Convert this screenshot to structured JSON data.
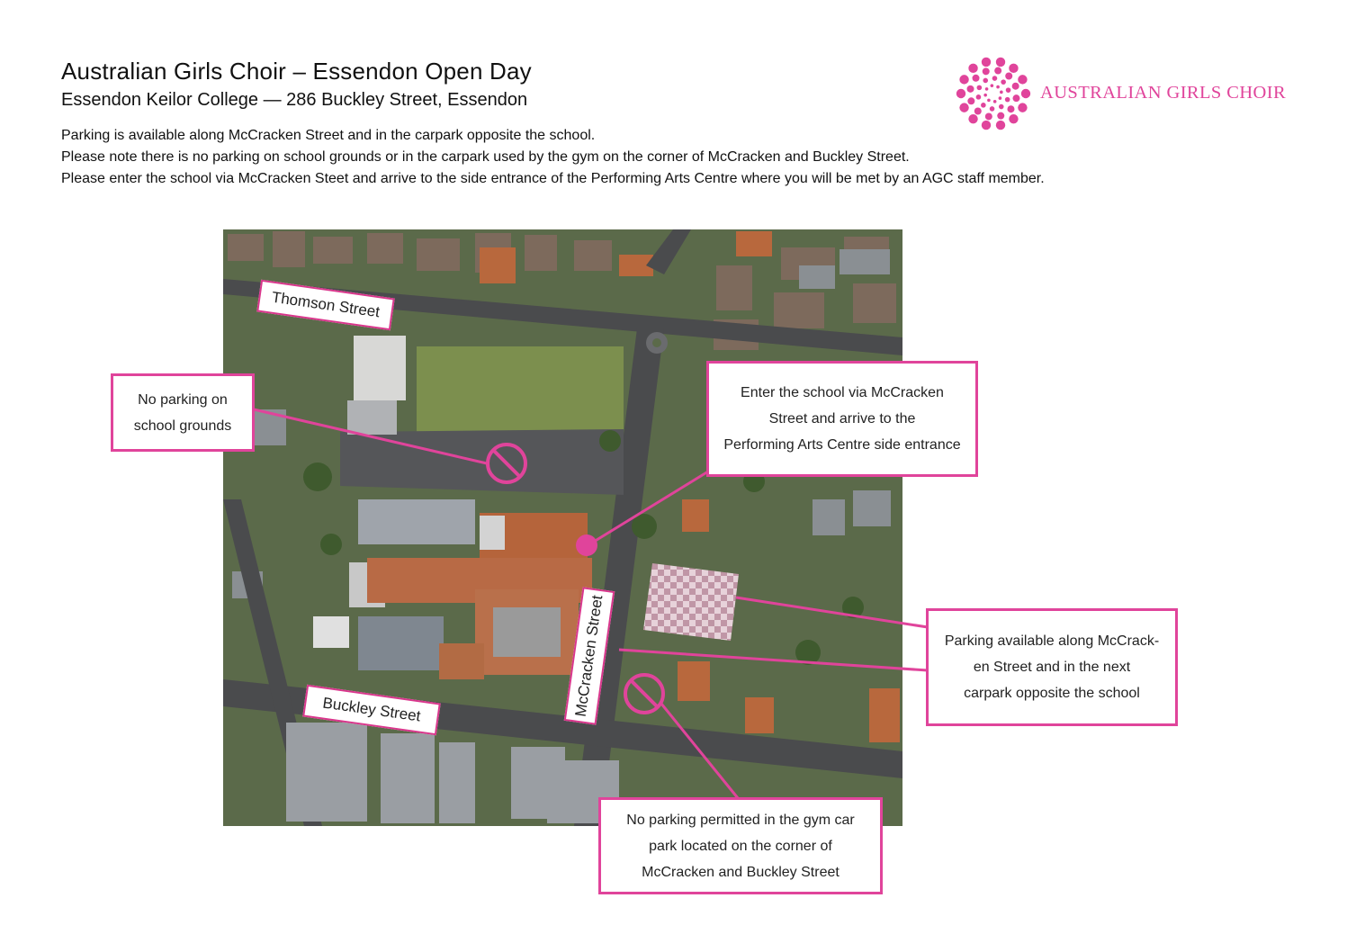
{
  "header": {
    "title": "Australian Girls Choir – Essendon Open Day",
    "subtitle": "Essendon Keilor College — 286 Buckley Street, Essendon"
  },
  "notes": [
    "Parking is available along McCracken Street and in the carpark opposite the school.",
    "Please note there is no parking on school grounds or in the carpark used by the gym on the corner of McCracken and Buckley Street.",
    "Please enter the school via McCracken Steet and arrive to the side entrance of the Performing Arts Centre where you will be met by an AGC staff member."
  ],
  "logo": {
    "text": "AUSTRALIAN GIRLS CHOIR",
    "color": "#e0449b"
  },
  "map": {
    "streets": {
      "thomson": "Thomson Street",
      "mccracken": "McCracken Street",
      "buckley": "Buckley Street"
    },
    "callouts": {
      "no_parking_grounds": [
        "No parking on",
        "school grounds"
      ],
      "enter_school": [
        "Enter the school via McCracken",
        "Street and arrive to the",
        "Performing Arts Centre side entrance"
      ],
      "parking_available": [
        "Parking available along McCrack-",
        "en Street and in the next",
        "carpark opposite the school"
      ],
      "no_parking_gym": [
        "No parking permitted in the gym car",
        "park located on the corner of",
        "McCracken and Buckley Street"
      ]
    },
    "icons": [
      "no-parking-icon",
      "entrance-marker-icon",
      "parking-area-icon"
    ],
    "accent_color": "#e0449b"
  }
}
